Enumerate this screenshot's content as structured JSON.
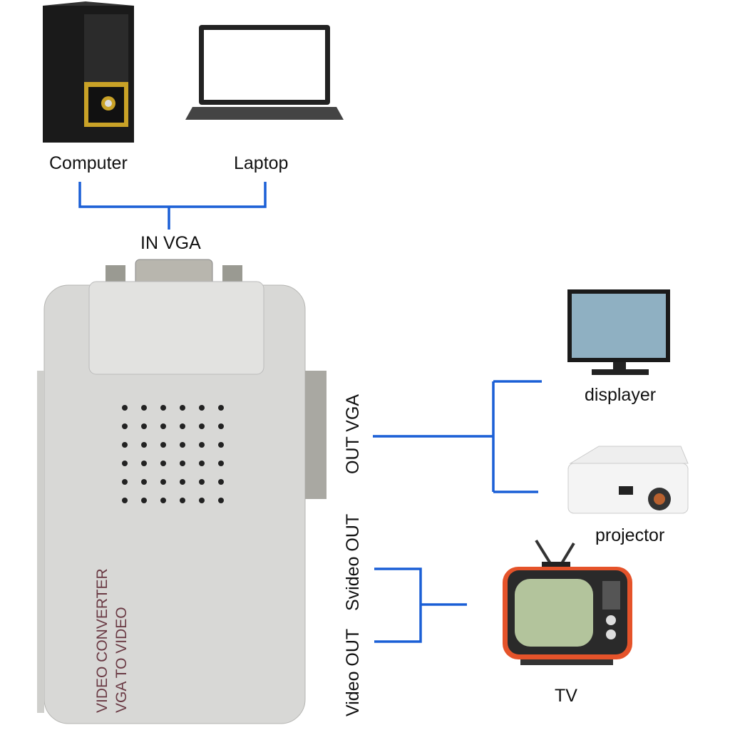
{
  "sources": {
    "computer": "Computer",
    "laptop": "Laptop",
    "input_label": "IN VGA"
  },
  "device": {
    "line1": "VIDEO CONVERTER",
    "line2": "VGA  TO VIDEO"
  },
  "outputs": {
    "out_vga": "OUT VGA",
    "svideo_out": "Svideo OUT",
    "video_out": "Video OUT"
  },
  "targets": {
    "displayer": "displayer",
    "projector": "projector",
    "tv": "TV"
  },
  "colors": {
    "connector_line": "#1a5fd6",
    "tv_body": "#e5532a",
    "computer_trim": "#c9a227"
  }
}
